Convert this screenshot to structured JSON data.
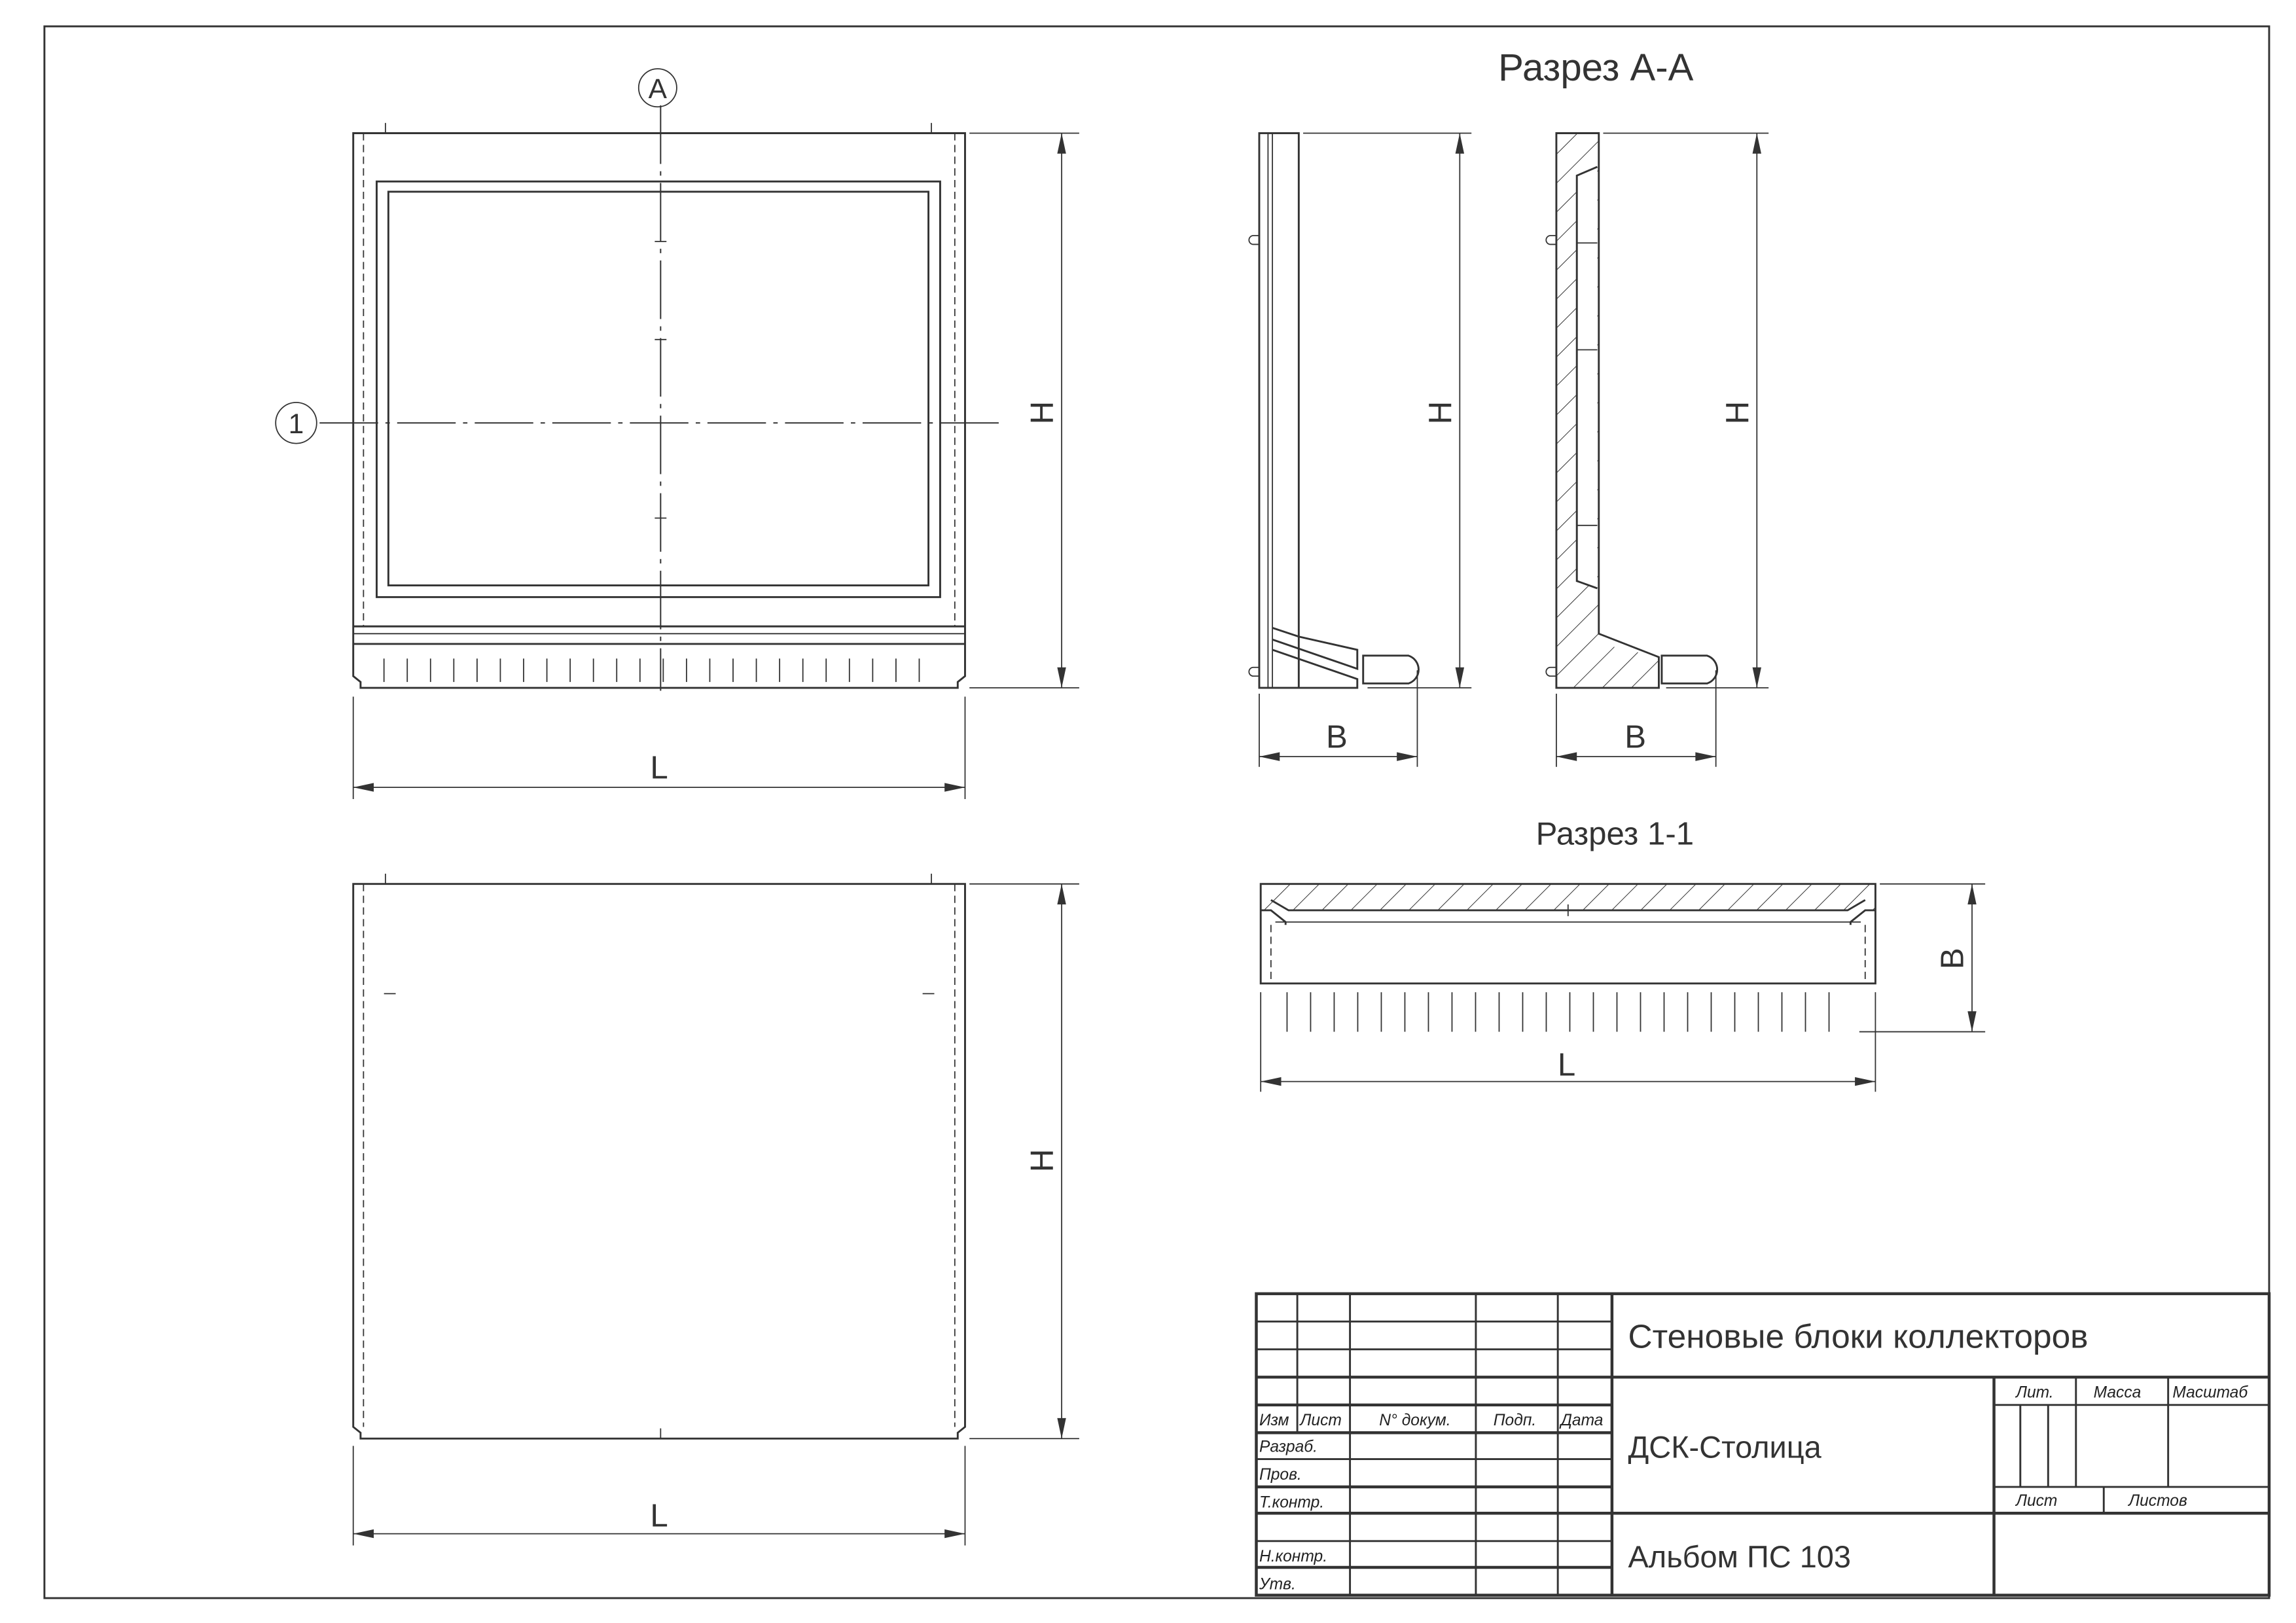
{
  "views": {
    "section_aa_title": "Разрез А-А",
    "section_11_title": "Разрез 1-1",
    "marker_a": "А",
    "marker_1": "1",
    "dim_h": "H",
    "dim_l": "L",
    "dim_b": "B"
  },
  "title_block": {
    "title": "Стеновые блоки коллекторов",
    "organization": "ДСК-Столица",
    "album": "Альбом ПС 103",
    "columns": [
      "Изм",
      "Лист",
      "N° докум.",
      "Подп.",
      "Дата"
    ],
    "rows": [
      "Разраб.",
      "Пров.",
      "Т.контр.",
      "Н.контр.",
      "Утв."
    ],
    "lit": "Лит.",
    "mass": "Масса",
    "scale": "Масштаб",
    "sheet": "Лист",
    "sheets": "Листов"
  }
}
